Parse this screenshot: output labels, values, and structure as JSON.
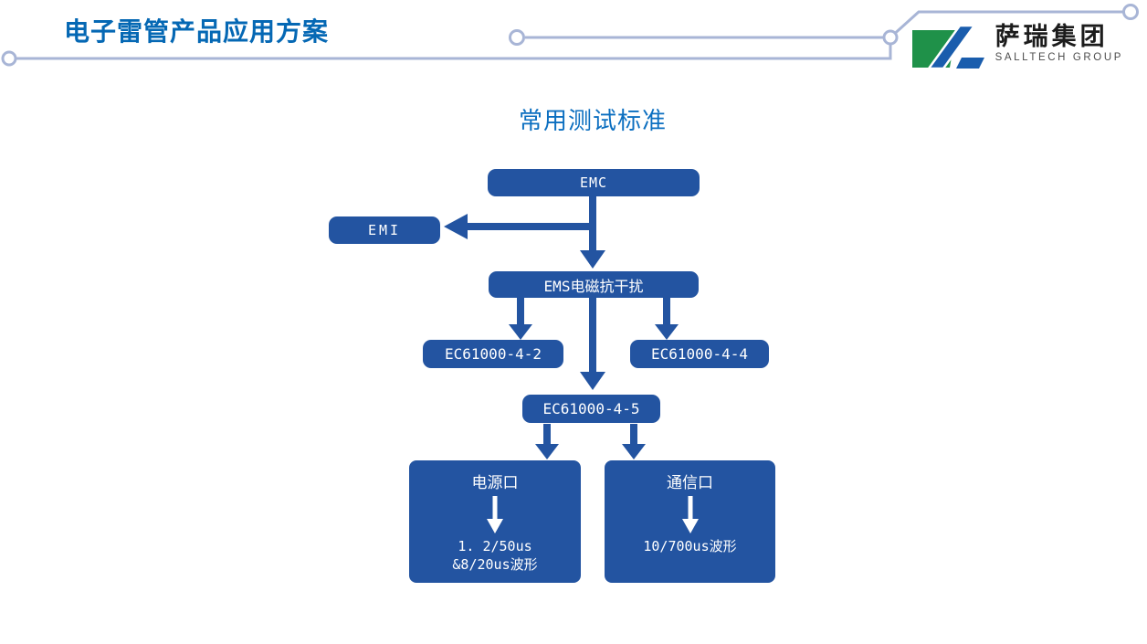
{
  "slide": {
    "title": "电子雷管产品应用方案",
    "heading": "常用测试标准"
  },
  "logo": {
    "company_name": "萨瑞集团",
    "company_name_en": "SALLTECH GROUP"
  },
  "flowchart": {
    "emc": "EMC",
    "emi": "EMI",
    "ems": "EMS电磁抗干扰",
    "ec61000_4_2": "EC61000-4-2",
    "ec61000_4_4": "EC61000-4-4",
    "ec61000_4_5": "EC61000-4-5",
    "power_port": {
      "title": "电源口",
      "line1": "1. 2/50us",
      "line2": "&8/20us波形"
    },
    "comm_port": {
      "title": "通信口",
      "line1": "10/700us波形"
    }
  },
  "colors": {
    "node_blue": "#2354a1",
    "title_blue": "#0568b4",
    "heading_blue": "#0c6fc0",
    "decor_line": "#a8b5d6",
    "logo_green": "#1f9149",
    "logo_blue": "#1a5dad"
  }
}
